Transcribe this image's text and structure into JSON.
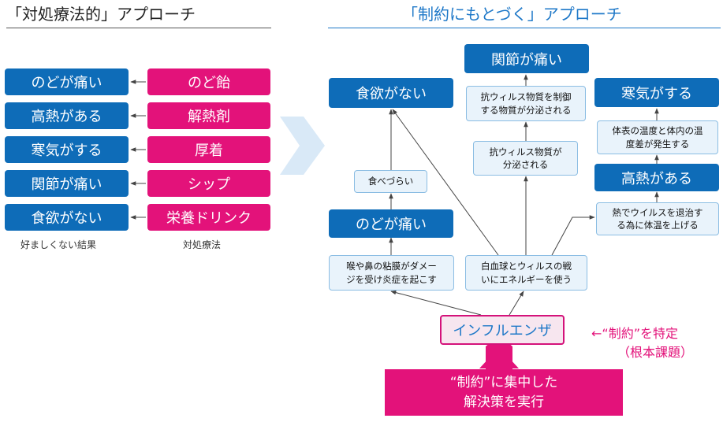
{
  "left": {
    "title": "「対処療法的」アプローチ",
    "symptoms": [
      "のどが痛い",
      "高熱がある",
      "寒気がする",
      "関節が痛い",
      "食欲がない"
    ],
    "remedies": [
      "のど飴",
      "解熱剤",
      "厚着",
      "シップ",
      "栄養ドリンク"
    ],
    "symptoms_caption": "好ましくない結果",
    "remedies_caption": "対処療法"
  },
  "right": {
    "title": "「制約にもとづく」アプローチ",
    "outcomes": {
      "appetite": "食欲がない",
      "joint": "関節が痛い",
      "chills": "寒気がする",
      "fever": "高熱がある",
      "throat": "のどが痛い"
    },
    "causes": {
      "hard_to_eat": "食べづらい",
      "antiviral_control_1": "抗ウィルス物質を制御",
      "antiviral_control_2": "する物質が分泌される",
      "antiviral_1": "抗ウィルス物質が",
      "antiviral_2": "分泌される",
      "temp_diff_1": "体表の温度と体内の温",
      "temp_diff_2": "度差が発生する",
      "raise_temp_1": "熱でウイルスを退治す",
      "raise_temp_2": "る為に体温を上げる",
      "mucosa_1": "喉や鼻の粘膜がダメー",
      "mucosa_2": "ジを受け炎症を起こす",
      "wbc_1": "白血球とウィルスの戦",
      "wbc_2": "いにエネルギーを使う"
    },
    "root": "インフルエンザ",
    "root_note_1": "←“制約”を特定",
    "root_note_2": "（根本課題）",
    "action_1": "“制約”に集中した",
    "action_2": "解決策を実行"
  },
  "colors": {
    "blue": "#0e6cb8",
    "pink": "#e3127a",
    "light_blue": "#e9f3fb",
    "title_blue": "#1e78c8"
  }
}
